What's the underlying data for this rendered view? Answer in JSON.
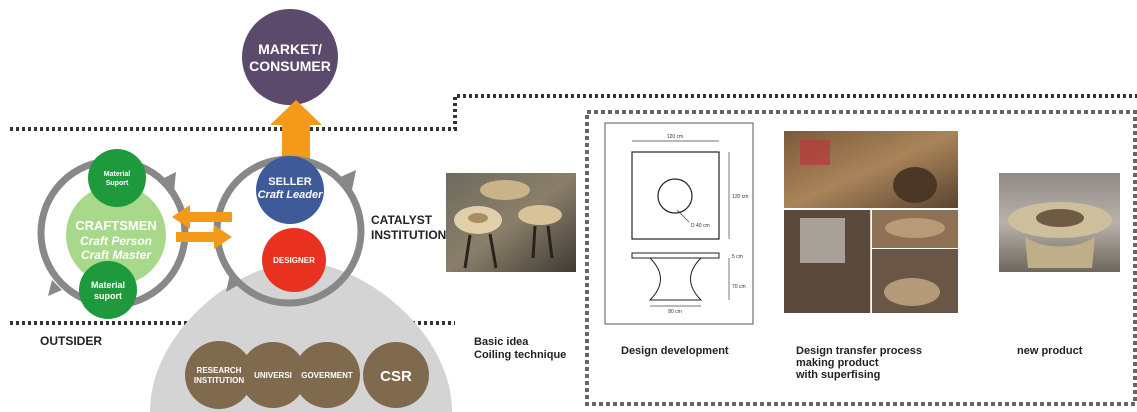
{
  "nodes": {
    "market": {
      "line1": "MARKET/",
      "line2": "CONSUMER"
    },
    "material_top": {
      "line1": "Material",
      "line2": "Suport"
    },
    "craftsmen": {
      "line1": "CRAFTSMEN",
      "line2": "Craft Person",
      "line3": "Craft Master"
    },
    "material_bottom": {
      "line1": "Material",
      "line2": "suport"
    },
    "seller": {
      "line1": "SELLER",
      "line2": "Craft Leader"
    },
    "designer": {
      "label": "DESIGNER"
    },
    "research": {
      "line1": "RESEARCH",
      "line2": "INSTITUTION"
    },
    "university": {
      "label": "UNIVERSI"
    },
    "government": {
      "label": "GOVERMENT"
    },
    "csr": {
      "label": "CSR"
    }
  },
  "labels": {
    "catalyst": {
      "line1": "CATALYST",
      "line2": "INSTITUTION"
    },
    "outsider": "OUTSIDER"
  },
  "drawing": {
    "top_width": "120 cm",
    "side_height": "120 cm",
    "hole": "D 40 cm",
    "top_thickness": "5 cm",
    "leg_height": "70 cm",
    "base_width": "80 cm"
  },
  "captions": {
    "basic_idea": {
      "line1": "Basic idea",
      "line2": "Coiling technique"
    },
    "design_development": "Design development",
    "design_transfer": {
      "line1": "Design transfer process",
      "line2": "making product",
      "line3": "with superfising"
    },
    "new_product": "new product"
  },
  "colors": {
    "market": "#5b4a6b",
    "material": "#1e9a3c",
    "craftsmen": "#a8d88a",
    "seller": "#3e5a99",
    "designer": "#e8311f",
    "outsider_node": "#806a4d",
    "arrow": "#f39a1a",
    "dome": "#d4d4d4",
    "cycle": "#888888"
  },
  "icons": {
    "cycle_arrow": "circular-arrow-icon",
    "up_arrow": "orange-up-arrow-icon",
    "exchange_arrows": "orange-double-arrow-icon"
  }
}
